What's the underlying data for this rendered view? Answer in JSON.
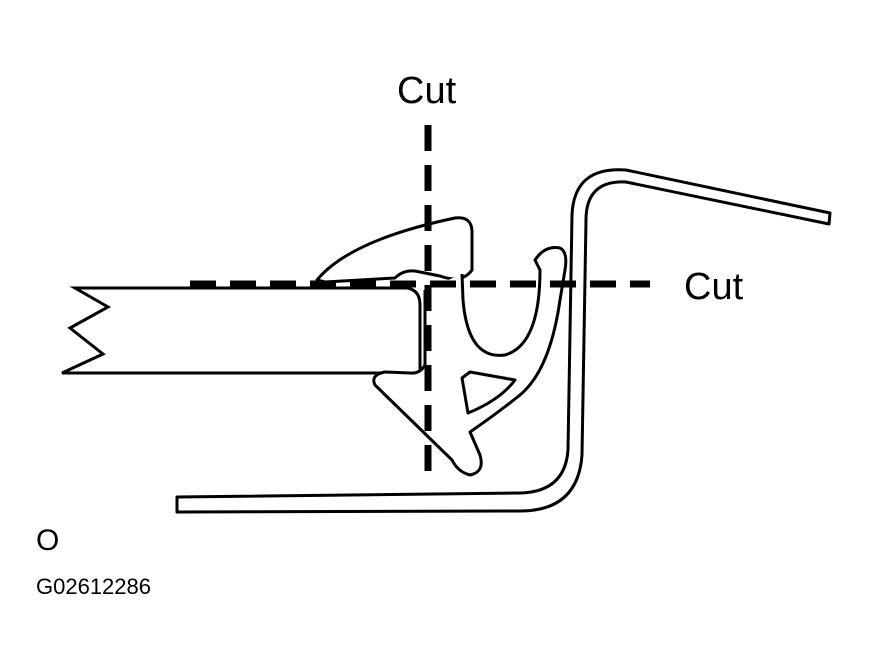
{
  "labels": {
    "cut_vertical": "Cut",
    "cut_horizontal": "Cut",
    "view_letter": "O",
    "figure_code": "G02612286"
  },
  "colors": {
    "line": "#000000",
    "background": "#ffffff"
  }
}
